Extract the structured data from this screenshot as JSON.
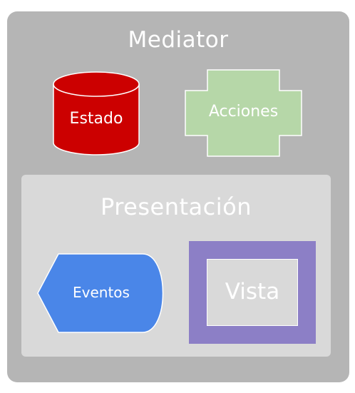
{
  "mediator": {
    "title": "Mediator"
  },
  "estado": {
    "label": "Estado"
  },
  "acciones": {
    "label": "Acciones"
  },
  "presentacion": {
    "title": "Presentación",
    "eventos": {
      "label": "Eventos"
    },
    "vista": {
      "label": "Vista"
    }
  },
  "colors": {
    "mediator_bg": "#b5b5b5",
    "presentacion_bg": "#d9d9d9",
    "estado": "#cc0000",
    "acciones": "#b6d7a8",
    "eventos": "#4a86e8",
    "vista_frame": "#8e7cc3"
  }
}
